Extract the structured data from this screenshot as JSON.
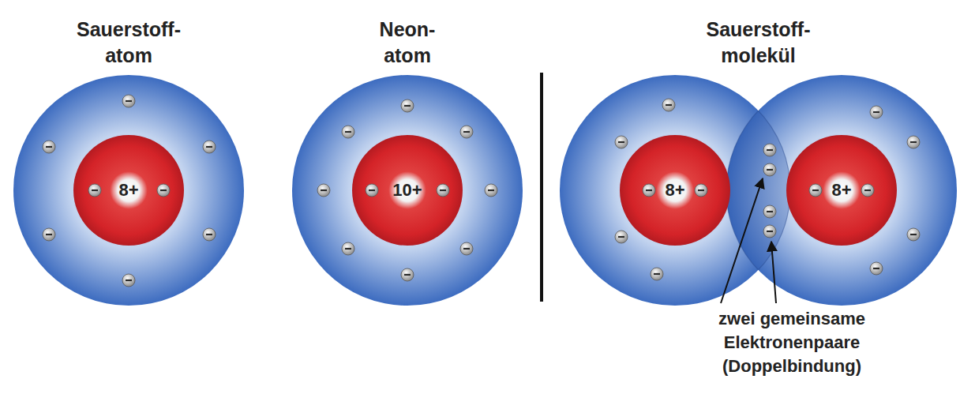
{
  "diagram": {
    "nodes": [
      {
        "text": [
          "Sauerstoff- atom"
        ]
      },
      {
        "text": [
          "8+"
        ],
        "in": 0
      },
      {
        "text": [
          "Neon- atom"
        ]
      },
      {
        "text": [
          "10+"
        ],
        "in": 2
      },
      {
        "text": [
          "Sauerstoff- molekül"
        ]
      },
      {
        "text": [
          "8+"
        ],
        "in": 4
      },
      {
        "text": [
          "8+"
        ],
        "in": 4
      }
    ],
    "labels": [
      "zwei gemeinsame Elektronenpaare (Doppelbindung)"
    ]
  }
}
